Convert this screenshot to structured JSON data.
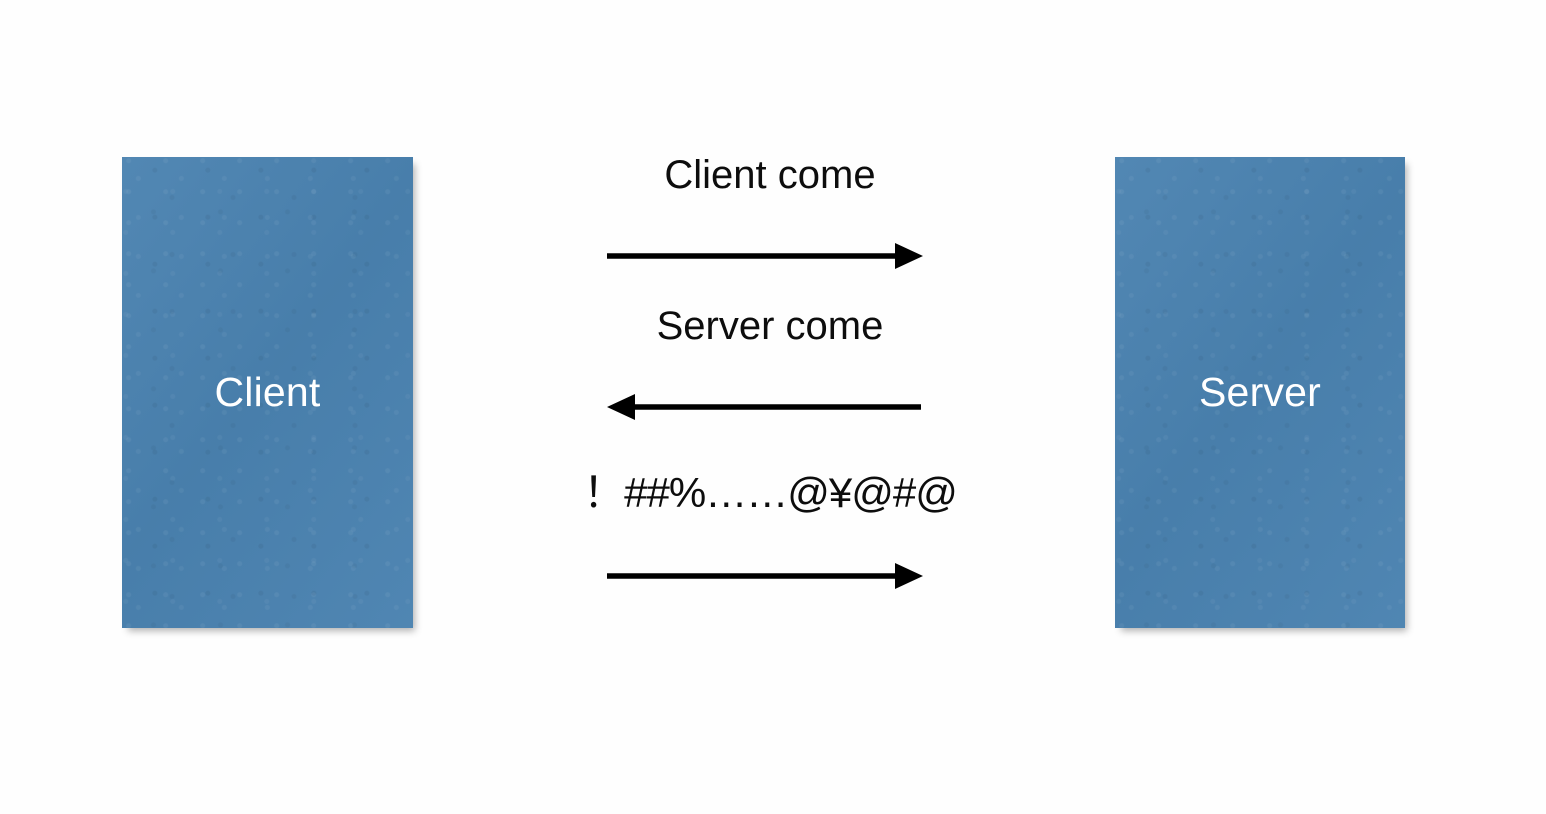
{
  "diagram": {
    "type": "sequence-diagram",
    "background_color": "#fefefe",
    "nodes": [
      {
        "id": "client",
        "label": "Client",
        "fill_color": "#4a82b0",
        "text_color": "#ffffff"
      },
      {
        "id": "server",
        "label": "Server",
        "fill_color": "#4a82b0",
        "text_color": "#ffffff"
      }
    ],
    "messages": [
      {
        "label": "Client come",
        "direction": "right",
        "from": "client",
        "to": "server",
        "color": "#0d0d0d"
      },
      {
        "label": "Server come",
        "direction": "left",
        "from": "server",
        "to": "client",
        "color": "#0d0d0d"
      },
      {
        "label": "！##%……@¥@#@",
        "direction": "right",
        "from": "client",
        "to": "server",
        "color": "#0d0d0d"
      }
    ]
  }
}
